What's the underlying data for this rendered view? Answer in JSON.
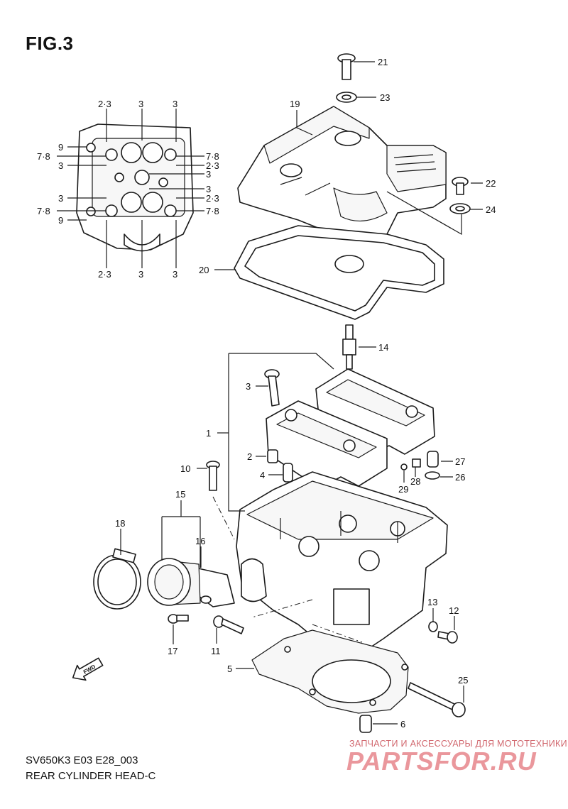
{
  "figure": {
    "title": "FIG.3",
    "code": "SV650K3 E03 E28_003",
    "caption": "REAR CYLINDER HEAD-C"
  },
  "watermark": {
    "tagline": "ЗАПЧАСТИ И АКСЕССУАРЫ ДЛЯ МОТОТЕХНИКИ",
    "logo": "PARTSFOR.RU"
  },
  "fwd_label": "FWD",
  "inset_labels": {
    "top_2_3": "2·3",
    "top_3a": "3",
    "top_3b": "3",
    "left_9a": "9",
    "left_7_8a": "7·8",
    "left_3a": "3",
    "left_3b": "3",
    "left_7_8b": "7·8",
    "left_9b": "9",
    "right_7_8a": "7·8",
    "right_2_3a": "2·3",
    "right_3a": "3",
    "right_3b": "3",
    "right_2_3b": "2·3",
    "right_7_8b": "7·8",
    "bottom_2_3": "2·3",
    "bottom_3a": "3",
    "bottom_3b": "3"
  },
  "part_labels": {
    "p21": "21",
    "p23": "23",
    "p19": "19",
    "p22": "22",
    "p24": "24",
    "p20": "20",
    "p14": "14",
    "p3": "3",
    "p1": "1",
    "p2": "2",
    "p4": "4",
    "p10": "10",
    "p27": "27",
    "p29": "29",
    "p28": "28",
    "p26": "26",
    "p15": "15",
    "p18": "18",
    "p16": "16",
    "p13": "13",
    "p12": "12",
    "p17": "17",
    "p11": "11",
    "p5": "5",
    "p25": "25",
    "p6": "6"
  },
  "colors": {
    "line": "#1a1a1a",
    "watermark": "#d9434c"
  }
}
